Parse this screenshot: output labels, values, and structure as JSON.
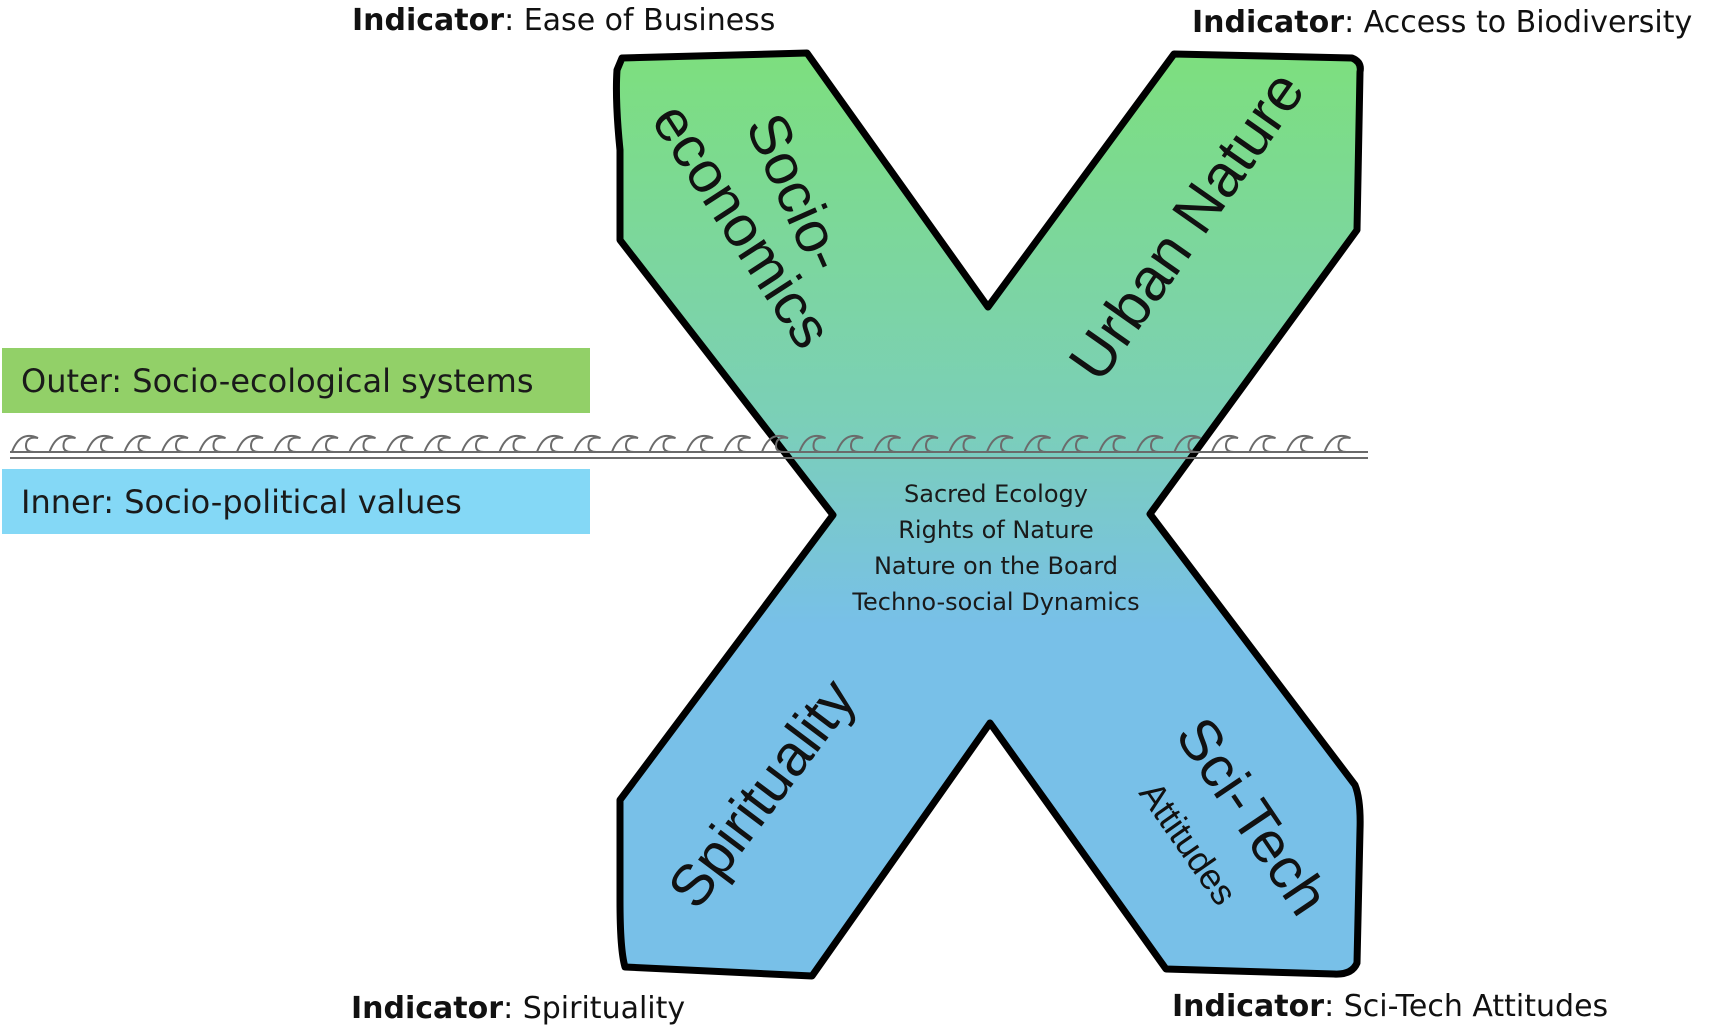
{
  "indicators": {
    "top_left": {
      "key": "Indicator",
      "value": "Ease of Business"
    },
    "top_right": {
      "key": "Indicator",
      "value": "Access to Biodiversity"
    },
    "bottom_left": {
      "key": "Indicator",
      "value": "Spirituality"
    },
    "bottom_right": {
      "key": "Indicator",
      "value": "Sci-Tech Attitudes"
    }
  },
  "layers": {
    "outer": "Outer: Socio-ecological systems",
    "inner": "Inner: Socio-political values"
  },
  "arms": {
    "top_left_line1": "Socio-",
    "top_left_line2": "economics",
    "top_right": "Urban Nature",
    "bottom_left": "Spirituality",
    "bottom_right": "Sci-Tech",
    "bottom_right_sub": "Attitudes"
  },
  "center": {
    "items": [
      "Sacred Ecology",
      "Rights of Nature",
      "Nature on the Board",
      "Techno-social Dynamics"
    ]
  },
  "colors": {
    "gradient_top": "#7ddf7e",
    "gradient_mid": "#7bcfb8",
    "gradient_bottom": "#78c0e8",
    "outer_band": "#92d068",
    "inner_band": "#84d8f6",
    "outline": "#000000"
  }
}
